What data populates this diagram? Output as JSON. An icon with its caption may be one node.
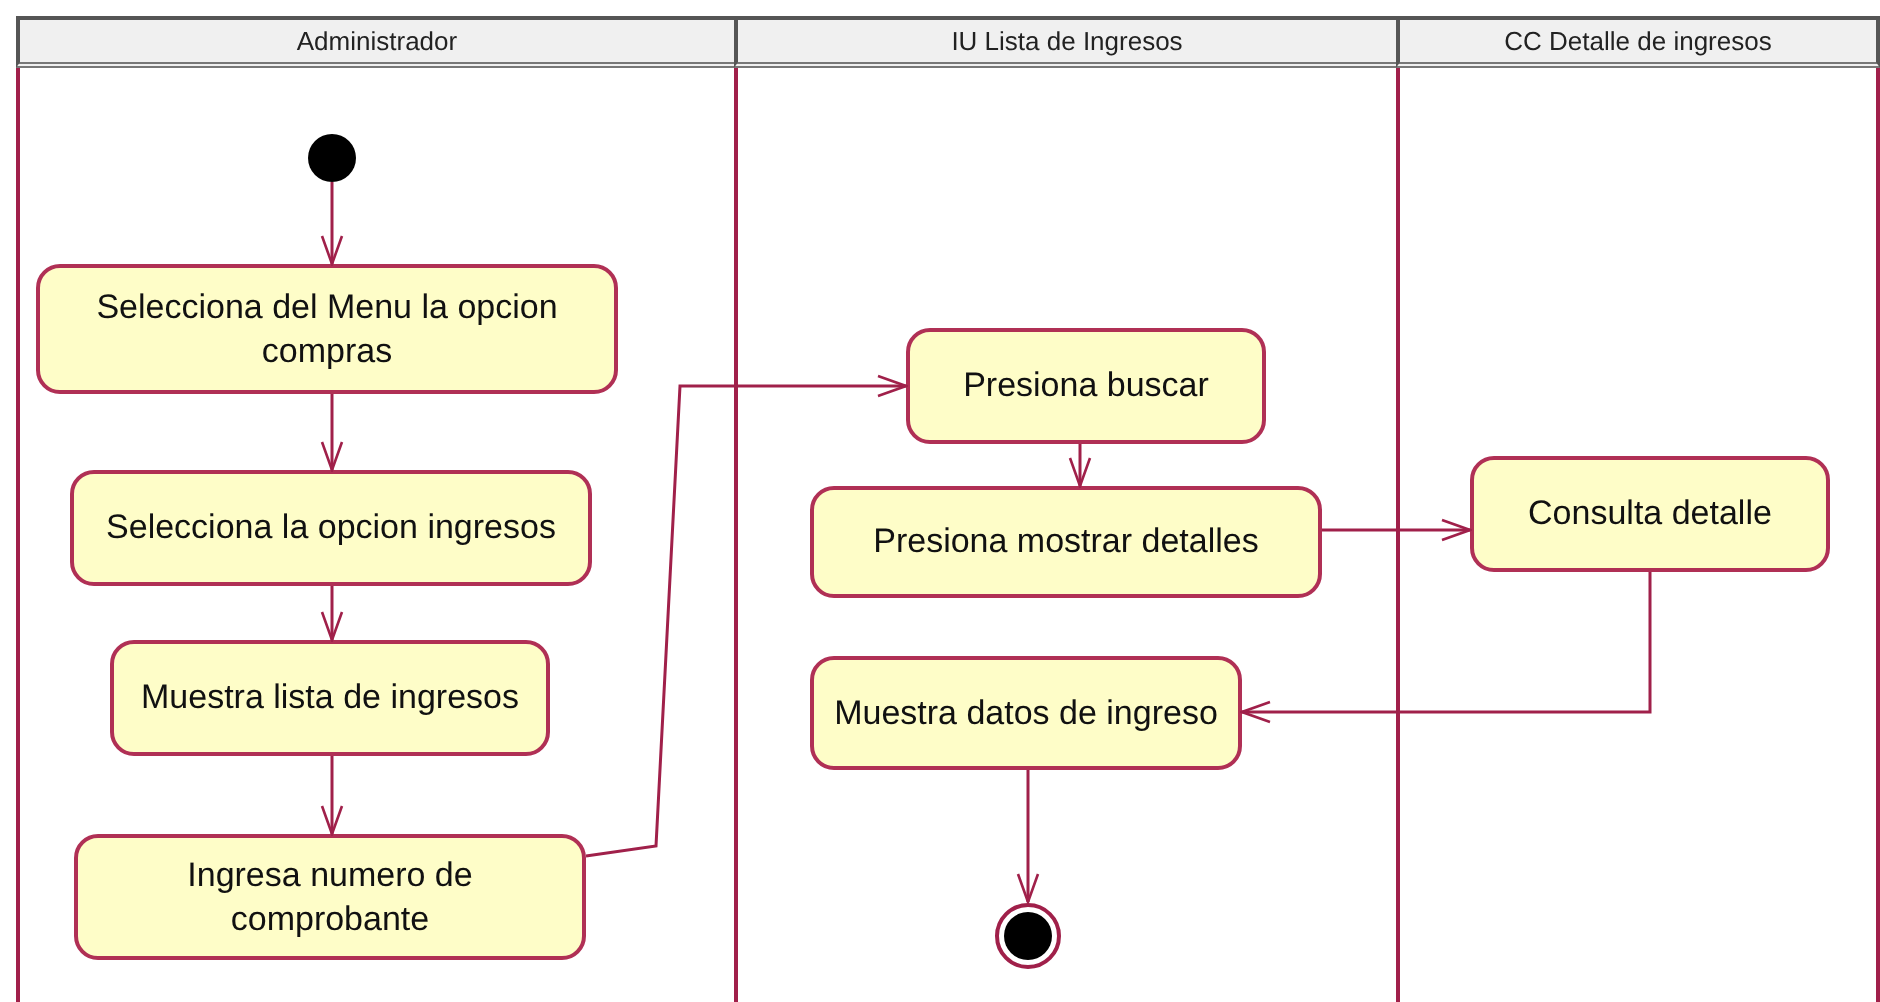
{
  "diagram": {
    "nodes": [
      {
        "text": [
          "Administrador"
        ]
      },
      {
        "text": [
          "IU Lista de Ingresos"
        ]
      },
      {
        "text": [
          "CC Detalle de ingresos"
        ]
      },
      {
        "text": [],
        "shape": "circle",
        "in": 0
      },
      {
        "text": [
          "Selecciona del Menu la opcion compras"
        ],
        "in": 0
      },
      {
        "text": [
          "Selecciona la opcion ingresos"
        ],
        "in": 0
      },
      {
        "text": [
          "Muestra lista de ingresos"
        ],
        "in": 0
      },
      {
        "text": [
          "Ingresa numero de comprobante"
        ],
        "in": 0
      },
      {
        "text": [
          "Presiona buscar"
        ],
        "in": 1
      },
      {
        "text": [
          "Presiona mostrar detalles"
        ],
        "in": 1
      },
      {
        "text": [
          "Muestra datos de ingreso"
        ],
        "in": 1
      },
      {
        "text": [],
        "shape": "bullseye",
        "in": 1
      },
      {
        "text": [
          "Consulta detalle"
        ],
        "in": 2
      }
    ],
    "edges": [
      {
        "from": 3,
        "to": 4,
        "arrow": "to"
      },
      {
        "from": 4,
        "to": 5,
        "arrow": "to"
      },
      {
        "from": 5,
        "to": 6,
        "arrow": "to"
      },
      {
        "from": 6,
        "to": 7,
        "arrow": "to"
      },
      {
        "from": 7,
        "to": 8,
        "arrow": "to"
      },
      {
        "from": 8,
        "to": 9,
        "arrow": "to"
      },
      {
        "from": 9,
        "to": 12,
        "arrow": "to"
      },
      {
        "from": 12,
        "to": 10,
        "arrow": "to"
      },
      {
        "from": 10,
        "to": 11,
        "arrow": "to"
      }
    ]
  }
}
